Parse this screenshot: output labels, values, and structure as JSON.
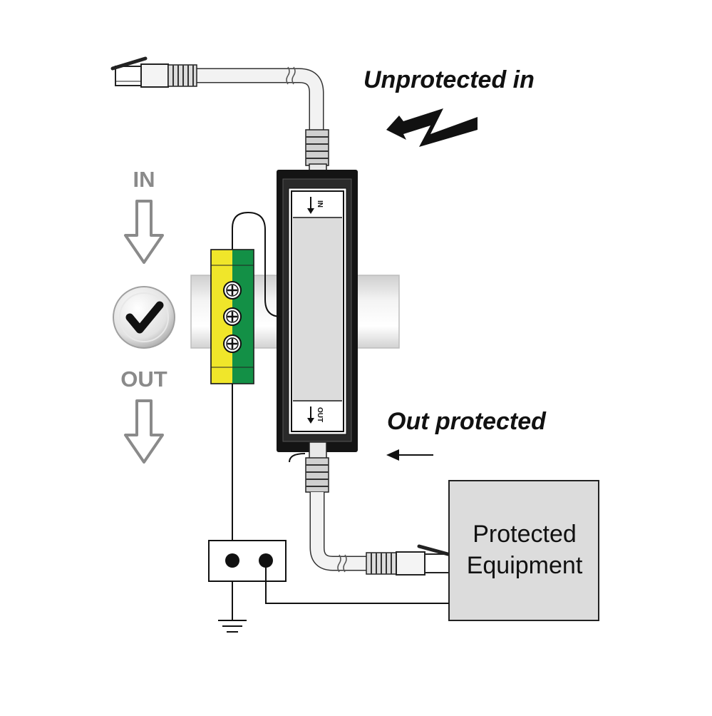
{
  "labels": {
    "unprotected_in": "Unprotected in",
    "out_protected": "Out protected",
    "flow_in": "IN",
    "flow_out": "OUT",
    "device_port_in": "IN",
    "device_port_out": "OUT",
    "equipment_line1": "Protected",
    "equipment_line2": "Equipment"
  },
  "icons": {
    "lightning": "lightning-bolt-icon",
    "check": "checkmark-icon",
    "ground": "ground-symbol-icon",
    "arrow_down": "down-arrow-icon",
    "arrow_left": "left-arrow-icon"
  },
  "colors": {
    "terminal_yellow": "#f0e62a",
    "terminal_green": "#139046",
    "device_body": "#111111",
    "device_panel": "#dcdcdc",
    "equipment_box": "#dcdcdc",
    "flow_arrow_gray": "#9a9a9a",
    "rail": "#e8e8e8"
  }
}
